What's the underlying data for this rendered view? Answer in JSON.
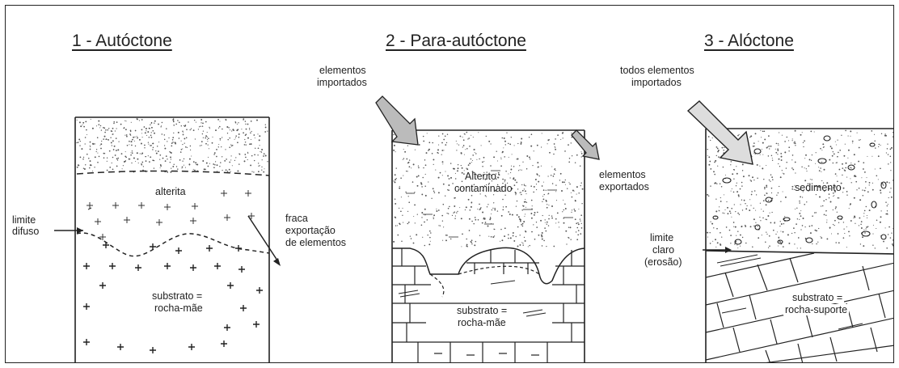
{
  "panels": [
    {
      "title": "1 - Autóctone",
      "labels": {
        "alterita": "alterita",
        "substrato_1": "substrato =",
        "substrato_2": "rocha-mãe",
        "limite_1": "limite",
        "limite_2": "difuso",
        "fraca_1": "fraca",
        "fraca_2": "exportação",
        "fraca_3": "de elementos"
      }
    },
    {
      "title": "2 - Para-autóctone",
      "labels": {
        "importados_1": "elementos",
        "importados_2": "importados",
        "alterito_1": "Alterito",
        "alterito_2": "contaminado",
        "exportados_1": "elementos",
        "exportados_2": "exportados",
        "substrato_1": "substrato =",
        "substrato_2": "rocha-mãe"
      }
    },
    {
      "title": "3 - Alóctone",
      "labels": {
        "importados_1": "todos elementos",
        "importados_2": "importados",
        "sedimento": "sedimento",
        "limite_1": "limite",
        "limite_2": "claro",
        "limite_3": "(erosão)",
        "substrato_1": "substrato =",
        "substrato_2": "rocha-suporte"
      }
    }
  ]
}
